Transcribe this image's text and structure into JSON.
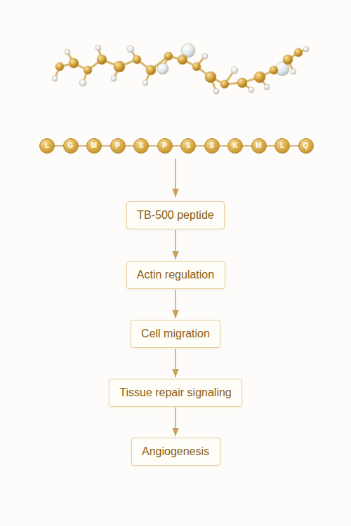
{
  "diagram": {
    "nodes": [
      {
        "text": [
          "L"
        ]
      },
      {
        "text": [
          "G"
        ]
      },
      {
        "text": [
          "M"
        ]
      },
      {
        "text": [
          "P"
        ]
      },
      {
        "text": [
          "S"
        ]
      },
      {
        "text": [
          "P"
        ]
      },
      {
        "text": [
          "S"
        ]
      },
      {
        "text": [
          "S"
        ]
      },
      {
        "text": [
          "K"
        ]
      },
      {
        "text": [
          "M"
        ]
      },
      {
        "text": [
          "L"
        ]
      },
      {
        "text": [
          "Q"
        ]
      },
      {
        "text": [
          "TB-500 peptide"
        ]
      },
      {
        "text": [
          "Actin regulation"
        ]
      },
      {
        "text": [
          "Cell migration"
        ]
      },
      {
        "text": [
          "Tissue repair signaling"
        ]
      },
      {
        "text": [
          "Angiogenesis"
        ]
      }
    ],
    "edges": [
      {
        "from": 12,
        "to": 13,
        "arrow": "to"
      },
      {
        "from": 13,
        "to": 14,
        "arrow": "to"
      },
      {
        "from": 14,
        "to": 15,
        "arrow": "to"
      },
      {
        "from": 15,
        "to": 16,
        "arrow": "to"
      }
    ]
  }
}
